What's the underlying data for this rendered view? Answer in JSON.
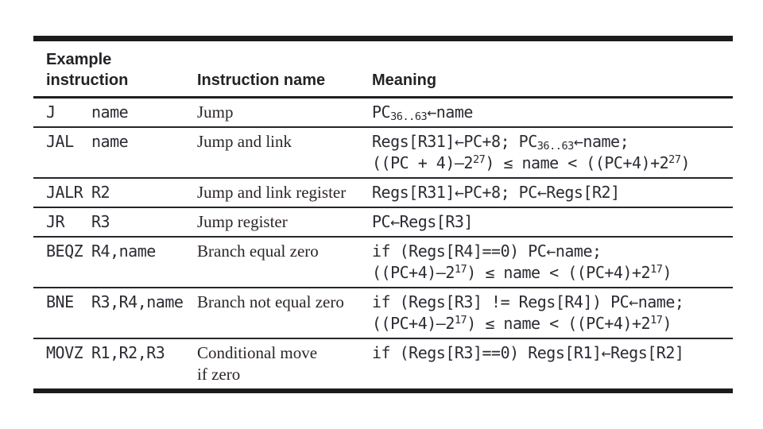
{
  "page": {
    "background": "#ffffff"
  },
  "table": {
    "rule_color": "#1c1c1e",
    "mono_text_color": "#2b2b33",
    "serif_text_color": "#2d2527",
    "header_text_color": "#232327",
    "columns": {
      "example_header_lines": [
        "Example",
        "instruction"
      ],
      "name_header": "Instruction name",
      "meaning_header": "Meaning"
    },
    "rows": [
      {
        "mnemonic": "J",
        "operands": "name",
        "name_lines": [
          "Jump"
        ],
        "meaning_lines": [
          [
            {
              "t": "PC"
            },
            {
              "t": "36..63",
              "s": "sub"
            },
            {
              "t": "←name"
            }
          ]
        ]
      },
      {
        "mnemonic": "JAL",
        "operands": "name",
        "name_lines": [
          "Jump and link"
        ],
        "meaning_lines": [
          [
            {
              "t": "Regs[R31]←PC+8; PC"
            },
            {
              "t": "36..63",
              "s": "sub"
            },
            {
              "t": "←name;"
            }
          ],
          [
            {
              "t": "((PC + 4)–2"
            },
            {
              "t": "27",
              "s": "sup"
            },
            {
              "t": ") ≤ name < ((PC+4)+2"
            },
            {
              "t": "27",
              "s": "sup"
            },
            {
              "t": ")"
            }
          ]
        ]
      },
      {
        "mnemonic": "JALR",
        "operands": "R2",
        "name_lines": [
          "Jump and link register"
        ],
        "meaning_lines": [
          [
            {
              "t": "Regs[R31]←PC+8; PC←Regs[R2]"
            }
          ]
        ]
      },
      {
        "mnemonic": "JR",
        "operands": "R3",
        "name_lines": [
          "Jump register"
        ],
        "meaning_lines": [
          [
            {
              "t": "PC←Regs[R3]"
            }
          ]
        ]
      },
      {
        "mnemonic": "BEQZ",
        "operands": "R4,name",
        "name_lines": [
          "Branch equal zero"
        ],
        "meaning_lines": [
          [
            {
              "t": "if (Regs[R4]==0) PC←name;"
            }
          ],
          [
            {
              "t": "((PC+4)–2"
            },
            {
              "t": "17",
              "s": "sup"
            },
            {
              "t": ") ≤ name < ((PC+4)+2"
            },
            {
              "t": "17",
              "s": "sup"
            },
            {
              "t": ")"
            }
          ]
        ]
      },
      {
        "mnemonic": "BNE",
        "operands": "R3,R4,name",
        "name_lines": [
          "Branch not equal zero"
        ],
        "meaning_lines": [
          [
            {
              "t": "if (Regs[R3] != Regs[R4]) PC←name;"
            }
          ],
          [
            {
              "t": "((PC+4)–2"
            },
            {
              "t": "17",
              "s": "sup"
            },
            {
              "t": ") ≤ name < ((PC+4)+2"
            },
            {
              "t": "17",
              "s": "sup"
            },
            {
              "t": ")"
            }
          ]
        ]
      },
      {
        "mnemonic": "MOVZ",
        "operands": "R1,R2,R3",
        "name_lines": [
          "Conditional move",
          "if zero"
        ],
        "meaning_lines": [
          [
            {
              "t": "if (Regs[R3]==0) Regs[R1]←Regs[R2]"
            }
          ]
        ]
      }
    ]
  }
}
